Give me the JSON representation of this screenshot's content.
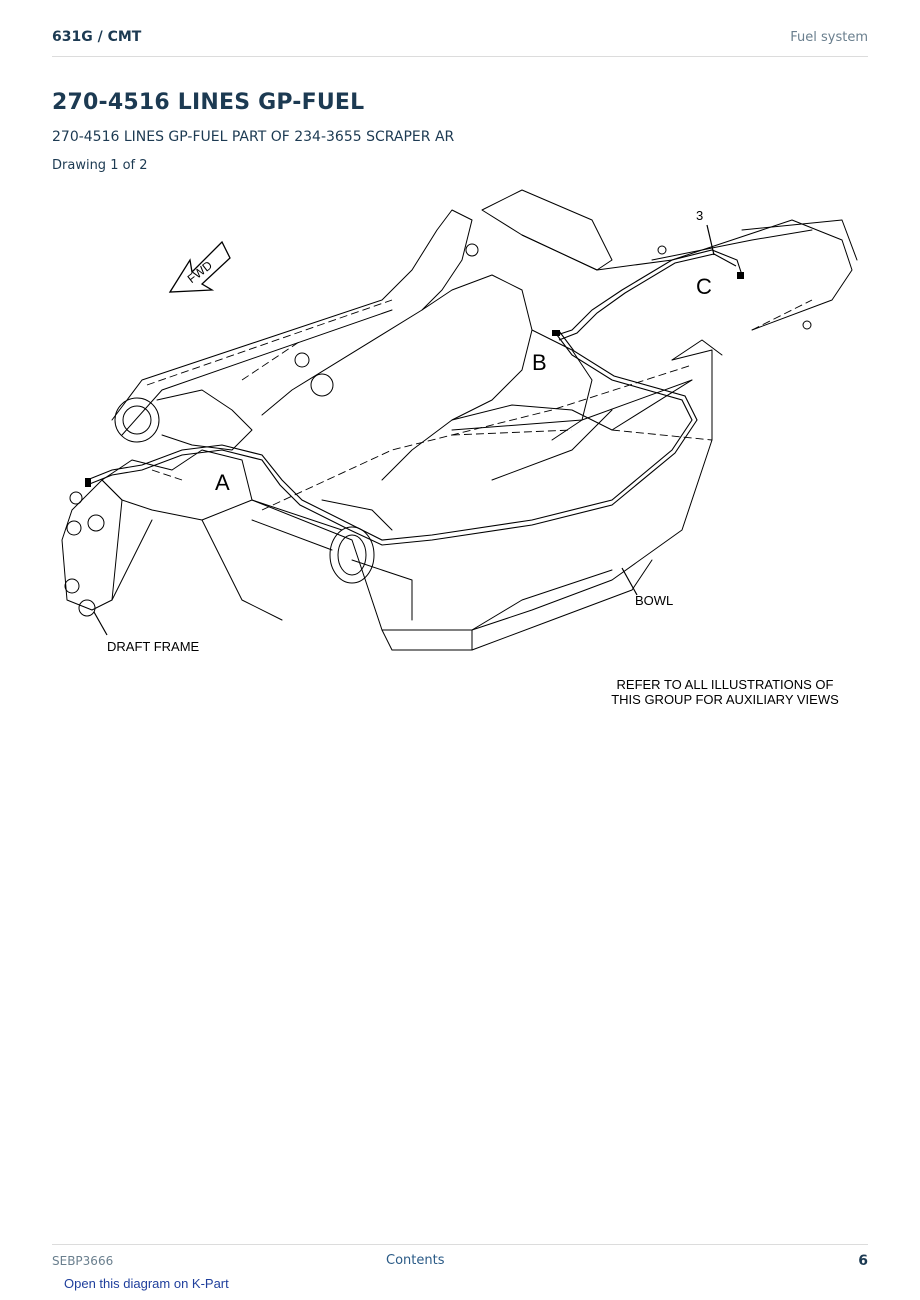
{
  "header": {
    "model": "631G  /  CMT",
    "section": "Fuel system"
  },
  "title": "270-4516 LINES GP-FUEL",
  "subtitle": "270-4516 LINES GP-FUEL PART OF 234-3655 SCRAPER AR",
  "drawing_number": "Drawing 1 of 2",
  "diagram": {
    "fwd": "FWD",
    "callout_3": "3",
    "view_a": "A",
    "view_b": "B",
    "view_c": "C",
    "bowl": "BOWL",
    "draft_frame": "DRAFT FRAME",
    "note_line1": "REFER TO ALL ILLUSTRATIONS OF",
    "note_line2": "THIS GROUP FOR AUXILIARY VIEWS"
  },
  "footer": {
    "doc_id": "SEBP3666",
    "contents_link": "Contents",
    "page": "6"
  },
  "kpart_link": "Open this diagram on K-Part"
}
